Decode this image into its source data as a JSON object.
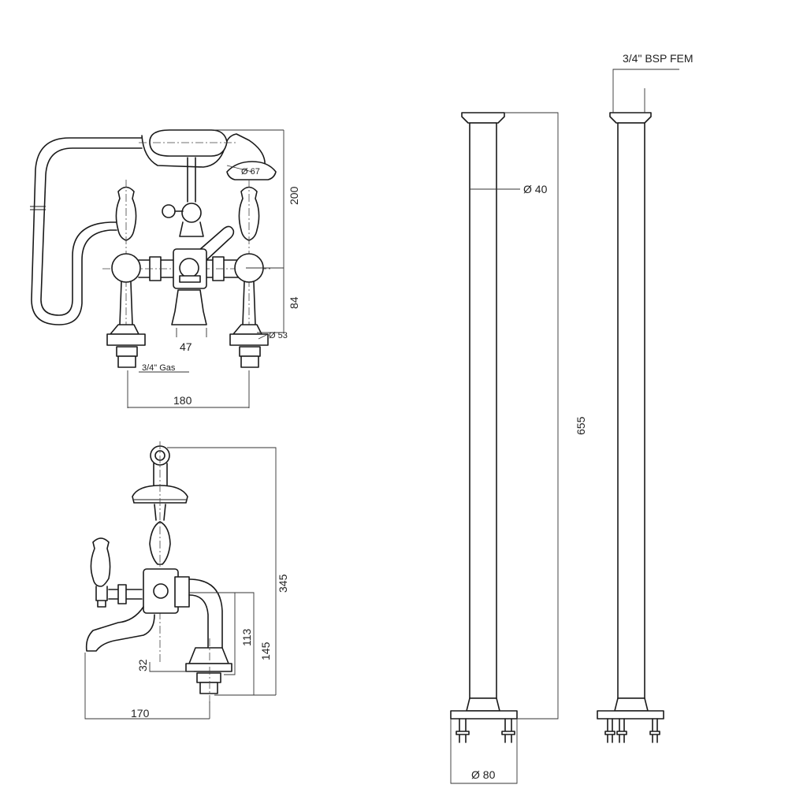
{
  "dimensions": {
    "top_height": "200",
    "top_lower_height": "84",
    "handset_diameter": "Ø 67",
    "base_diameter": "Ø 53",
    "spout_width": "47",
    "inlet_thread": "3/4\" Gas",
    "centres": "180",
    "side_height": "345",
    "side_spout_height": "113",
    "side_inlet_height": "145",
    "side_offset": "32",
    "side_projection": "170",
    "leg_thread": "3/4\" BSP FEM",
    "leg_diameter": "Ø 40",
    "leg_height": "655",
    "leg_base_diameter": "Ø 80"
  }
}
